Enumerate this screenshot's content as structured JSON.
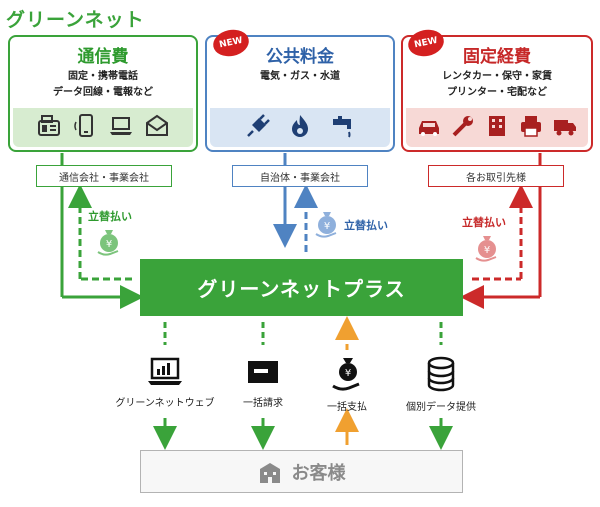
{
  "brand": "グリーンネット",
  "cards": {
    "comm": {
      "title": "通信費",
      "line1": "固定・携帯電話",
      "line2": "データ回線・電報など"
    },
    "util": {
      "title": "公共料金",
      "line1": "電気・ガス・水道"
    },
    "fixed": {
      "title": "固定経費",
      "line1": "レンタカー・保守・家賃",
      "line2": "プリンター・宅配など"
    }
  },
  "badge": "NEW",
  "suppliers": {
    "comm": "通信会社・事業会社",
    "util": "自治体・事業会社",
    "fixed": "各お取引先様"
  },
  "advance_label": "立替払い",
  "main_box": "グリーンネットプラス",
  "services": [
    "グリーンネットウェブ",
    "一括請求",
    "一括支払",
    "個別データ提供"
  ],
  "customer": "お客様",
  "colors": {
    "green": "#3aa33a",
    "blue": "#4f83c2",
    "red": "#cc2a2a",
    "orange": "#f0a030"
  }
}
